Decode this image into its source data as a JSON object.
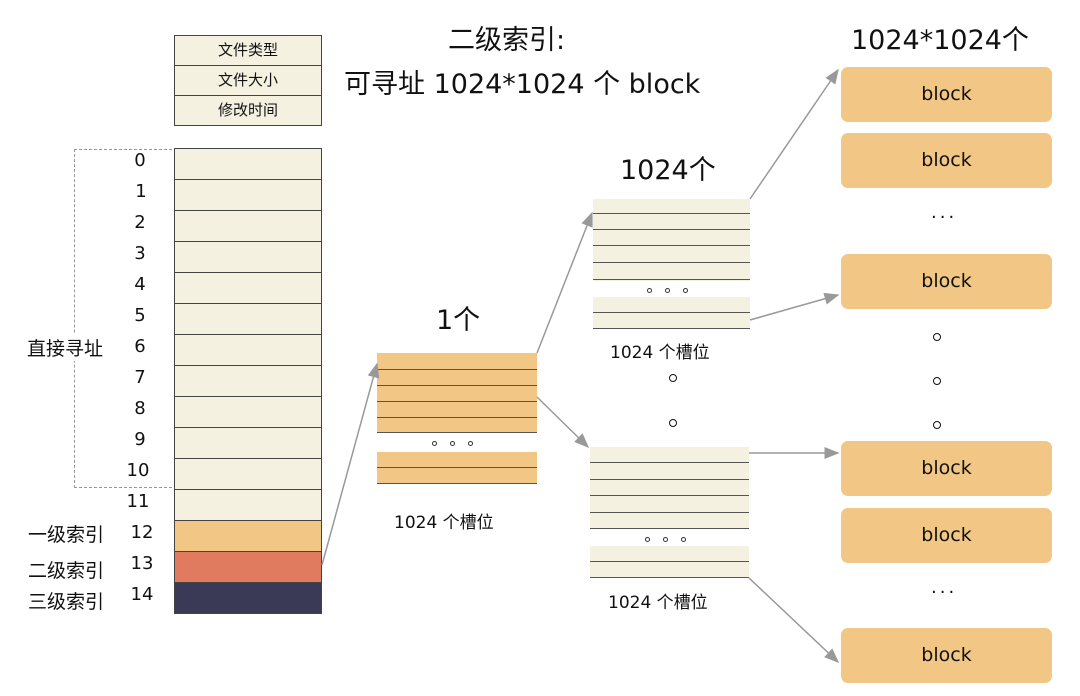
{
  "title_line1": "二级索引:",
  "title_line2": "可寻址 1024*1024 个 block",
  "meta_rows": [
    "文件类型",
    "文件大小",
    "修改时间"
  ],
  "inode_rows": [
    "0",
    "1",
    "2",
    "3",
    "4",
    "5",
    "6",
    "7",
    "8",
    "9",
    "10",
    "11",
    "12",
    "13",
    "14"
  ],
  "labels": {
    "direct": "直接寻址",
    "level1": "一级索引",
    "level2": "二级索引",
    "level3": "三级索引"
  },
  "level1_table": {
    "count": "1个",
    "caption": "1024 个槽位"
  },
  "level2_tables": {
    "count": "1024个",
    "caption_top": "1024 个槽位",
    "caption_bottom": "1024 个槽位"
  },
  "blocks": {
    "count": "1024*1024个",
    "label": "block",
    "ellipsis": "···"
  },
  "colors": {
    "cell_bg": "#f4f1e1",
    "level1": "#f2c785",
    "level2": "#e07b5f",
    "level3": "#3a3a56",
    "block": "#f2c785",
    "arrow": "#999999"
  }
}
